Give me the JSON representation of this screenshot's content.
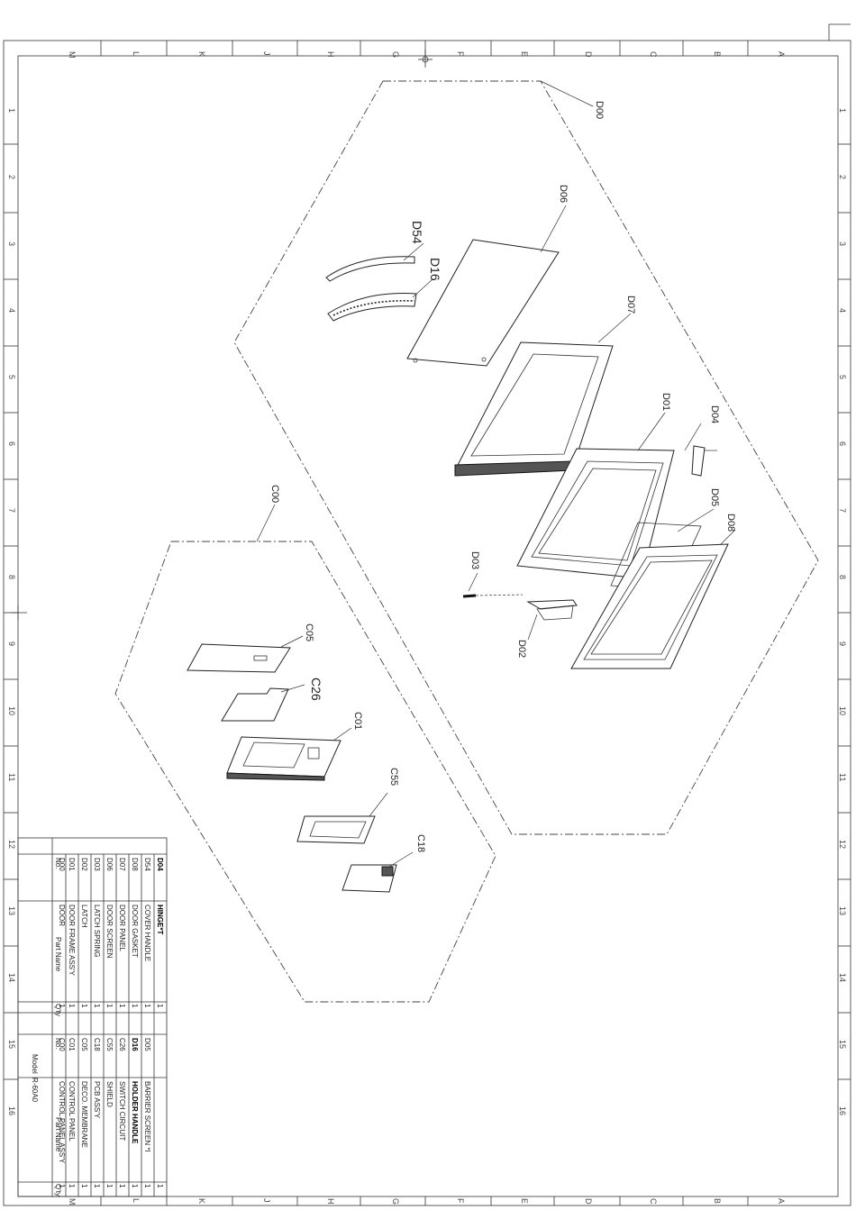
{
  "frame": {
    "letters_top": [
      "M",
      "L",
      "K",
      "J",
      "H",
      "G",
      "F",
      "E",
      "D",
      "C",
      "B",
      "A"
    ],
    "letters_bottom": [
      "M",
      "L",
      "K",
      "J",
      "H",
      "G",
      "F",
      "E",
      "D",
      "C",
      "B",
      "A"
    ],
    "numbers_left": [
      "1",
      "2",
      "3",
      "4",
      "5",
      "6",
      "7",
      "8",
      "9",
      "10",
      "11",
      "12",
      "13",
      "14",
      "15",
      "16"
    ],
    "numbers_right": [
      "1",
      "2",
      "3",
      "4",
      "5",
      "6",
      "7",
      "8",
      "9",
      "10",
      "11",
      "12",
      "13",
      "14",
      "15",
      "16"
    ]
  },
  "labels": {
    "d00": "D00",
    "d06": "D06",
    "d54": "D54",
    "d16": "D16",
    "d07": "D07",
    "d01": "D01",
    "d04": "D04",
    "d05": "D05",
    "d08": "D08",
    "d03": "D03",
    "d02": "D02",
    "c00": "C00",
    "c05": "C05",
    "c26": "C26",
    "c01": "C01",
    "c55": "C55",
    "c18": "C18"
  },
  "parts_table": {
    "col_no": "No.",
    "col_part": "Part Name",
    "col_qty": "Q'ty",
    "model_label": "Model",
    "model_value": "R-60A0",
    "left_rows": [
      {
        "no": "D04",
        "name": "HINGE*T",
        "qty": "1",
        "bold": true
      },
      {
        "no": "D54",
        "name": "COVER HANDLE",
        "qty": "1",
        "bold": false
      },
      {
        "no": "D08",
        "name": "DOOR GASKET",
        "qty": "1",
        "bold": false
      },
      {
        "no": "D07",
        "name": "DOOR PANEL",
        "qty": "1",
        "bold": false
      },
      {
        "no": "D06",
        "name": "DOOR SCREEN",
        "qty": "1",
        "bold": false
      },
      {
        "no": "D03",
        "name": "LATCH SPRING",
        "qty": "1",
        "bold": false
      },
      {
        "no": "D02",
        "name": "LATCH",
        "qty": "1",
        "bold": false
      },
      {
        "no": "D01",
        "name": "DOOR FRAME ASS'Y",
        "qty": "1",
        "bold": false
      },
      {
        "no": "D00",
        "name": "DOOR",
        "qty": "1",
        "bold": false
      }
    ],
    "right_rows": [
      {
        "no": "",
        "name": "",
        "qty": "1",
        "bold": false
      },
      {
        "no": "D05",
        "name": "BARRIER SCREEN *I",
        "qty": "1",
        "bold": false
      },
      {
        "no": "D16",
        "name": "HOLDER HANDLE",
        "qty": "1",
        "bold": true
      },
      {
        "no": "C26",
        "name": "SWITCH CIRCUIT",
        "qty": "1",
        "bold": false
      },
      {
        "no": "C55",
        "name": "SHIELD",
        "qty": "1",
        "bold": false
      },
      {
        "no": "C18",
        "name": "PCB ASS'Y",
        "qty": "1",
        "bold": false
      },
      {
        "no": "C05",
        "name": "DECO. MEMBRANE",
        "qty": "1",
        "bold": false
      },
      {
        "no": "C01",
        "name": "CONTROL PANEL",
        "qty": "1",
        "bold": false
      },
      {
        "no": "C00",
        "name": "CONTROL PANEL ASS'Y",
        "qty": "1",
        "bold": false
      }
    ]
  }
}
